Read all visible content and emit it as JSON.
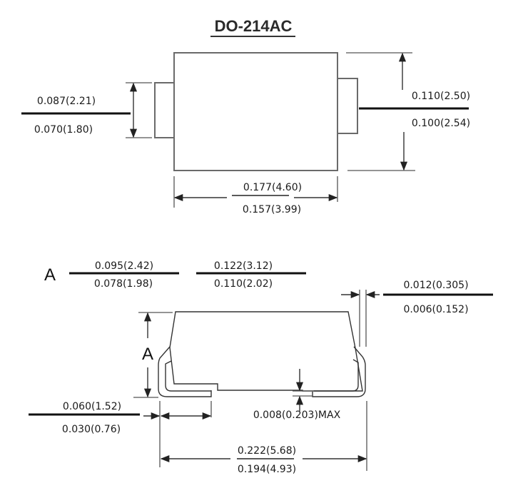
{
  "title": "DO-214AC",
  "top_view": {
    "lead_height": {
      "max": "0.087(2.21)",
      "min": "0.070(1.80)"
    },
    "body_height": {
      "max": "0.110(2.50)",
      "min": "0.100(2.54)"
    },
    "body_length": {
      "max": "0.177(4.60)",
      "min": "0.157(3.99)"
    }
  },
  "side_view": {
    "dimension_a_label": "A",
    "dimension_a_value_1": {
      "max": "0.095(2.42)",
      "min": "0.078(1.98)"
    },
    "dimension_a_value_2": {
      "max": "0.122(3.12)",
      "min": "0.110(2.02)"
    },
    "lead_thickness": {
      "max": "0.012(0.305)",
      "min": "0.006(0.152)"
    },
    "lead_length": {
      "max": "0.060(1.52)",
      "min": "0.030(0.76)"
    },
    "standoff": "0.008(0.203)MAX",
    "overall_length": {
      "max": "0.222(5.68)",
      "min": "0.194(4.93)"
    }
  },
  "colors": {
    "outline": "#6a6a6a",
    "text": "#1a1a1a",
    "background": "#ffffff"
  }
}
